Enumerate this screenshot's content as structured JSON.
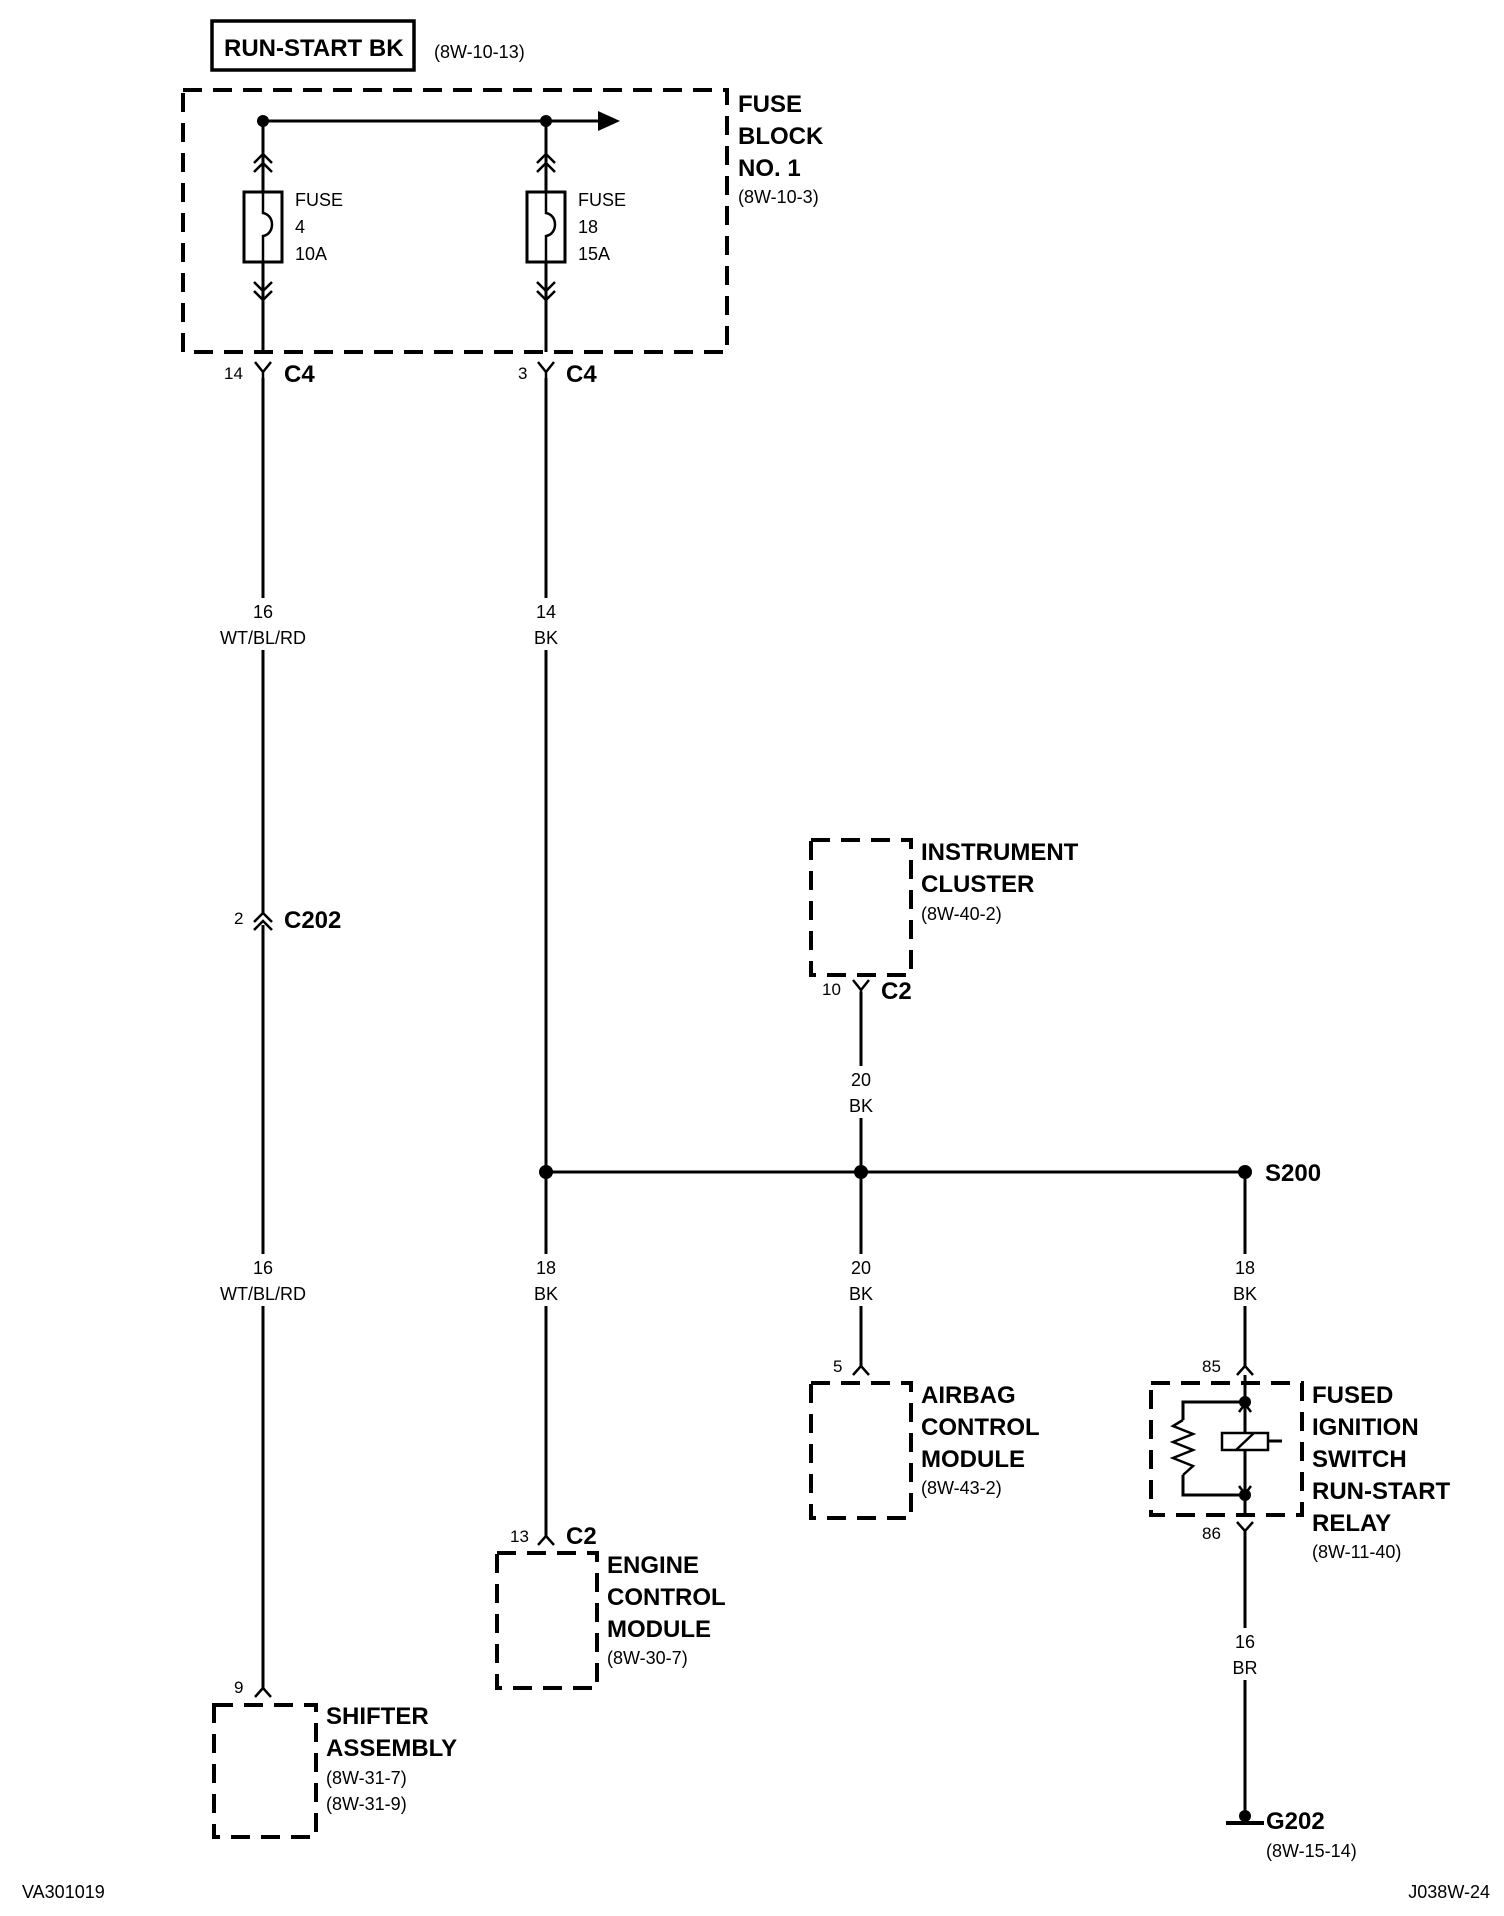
{
  "source": {
    "name": "RUN-START BK",
    "ref": "(8W-10-13)"
  },
  "fuse_block": {
    "line1": "FUSE",
    "line2": "BLOCK",
    "line3": "NO. 1",
    "ref": "(8W-10-3)"
  },
  "fuses": [
    {
      "word": "FUSE",
      "number": "4",
      "rating": "10A",
      "pin": "14",
      "connector": "C4"
    },
    {
      "word": "FUSE",
      "number": "18",
      "rating": "15A",
      "pin": "3",
      "connector": "C4"
    }
  ],
  "wires": {
    "fuse4_upper": {
      "gauge": "16",
      "color": "WT/BL/RD"
    },
    "fuse4_lower": {
      "gauge": "16",
      "color": "WT/BL/RD"
    },
    "fuse18_upper": {
      "gauge": "14",
      "color": "BK"
    },
    "ecm": {
      "gauge": "18",
      "color": "BK"
    },
    "cluster": {
      "gauge": "20",
      "color": "BK"
    },
    "airbag": {
      "gauge": "20",
      "color": "BK"
    },
    "relay_in": {
      "gauge": "18",
      "color": "BK"
    },
    "relay_out": {
      "gauge": "16",
      "color": "BR"
    }
  },
  "inline_connector": {
    "pin": "2",
    "name": "C202"
  },
  "splice": {
    "name": "S200"
  },
  "components": {
    "shifter": {
      "pin": "9",
      "line1": "SHIFTER",
      "line2": "ASSEMBLY",
      "ref1": "(8W-31-7)",
      "ref2": "(8W-31-9)"
    },
    "ecm": {
      "pin": "13",
      "connector": "C2",
      "line1": "ENGINE",
      "line2": "CONTROL",
      "line3": "MODULE",
      "ref": "(8W-30-7)"
    },
    "cluster": {
      "pin": "10",
      "connector": "C2",
      "line1": "INSTRUMENT",
      "line2": "CLUSTER",
      "ref": "(8W-40-2)"
    },
    "airbag": {
      "pin": "5",
      "line1": "AIRBAG",
      "line2": "CONTROL",
      "line3": "MODULE",
      "ref": "(8W-43-2)"
    },
    "relay": {
      "pin_in": "85",
      "pin_out": "86",
      "line1": "FUSED",
      "line2": "IGNITION",
      "line3": "SWITCH",
      "line4": "RUN-START",
      "line5": "RELAY",
      "ref": "(8W-11-40)"
    }
  },
  "ground": {
    "name": "G202",
    "ref": "(8W-15-14)"
  },
  "footer": {
    "left": "VA301019",
    "right": "J038W-24"
  }
}
